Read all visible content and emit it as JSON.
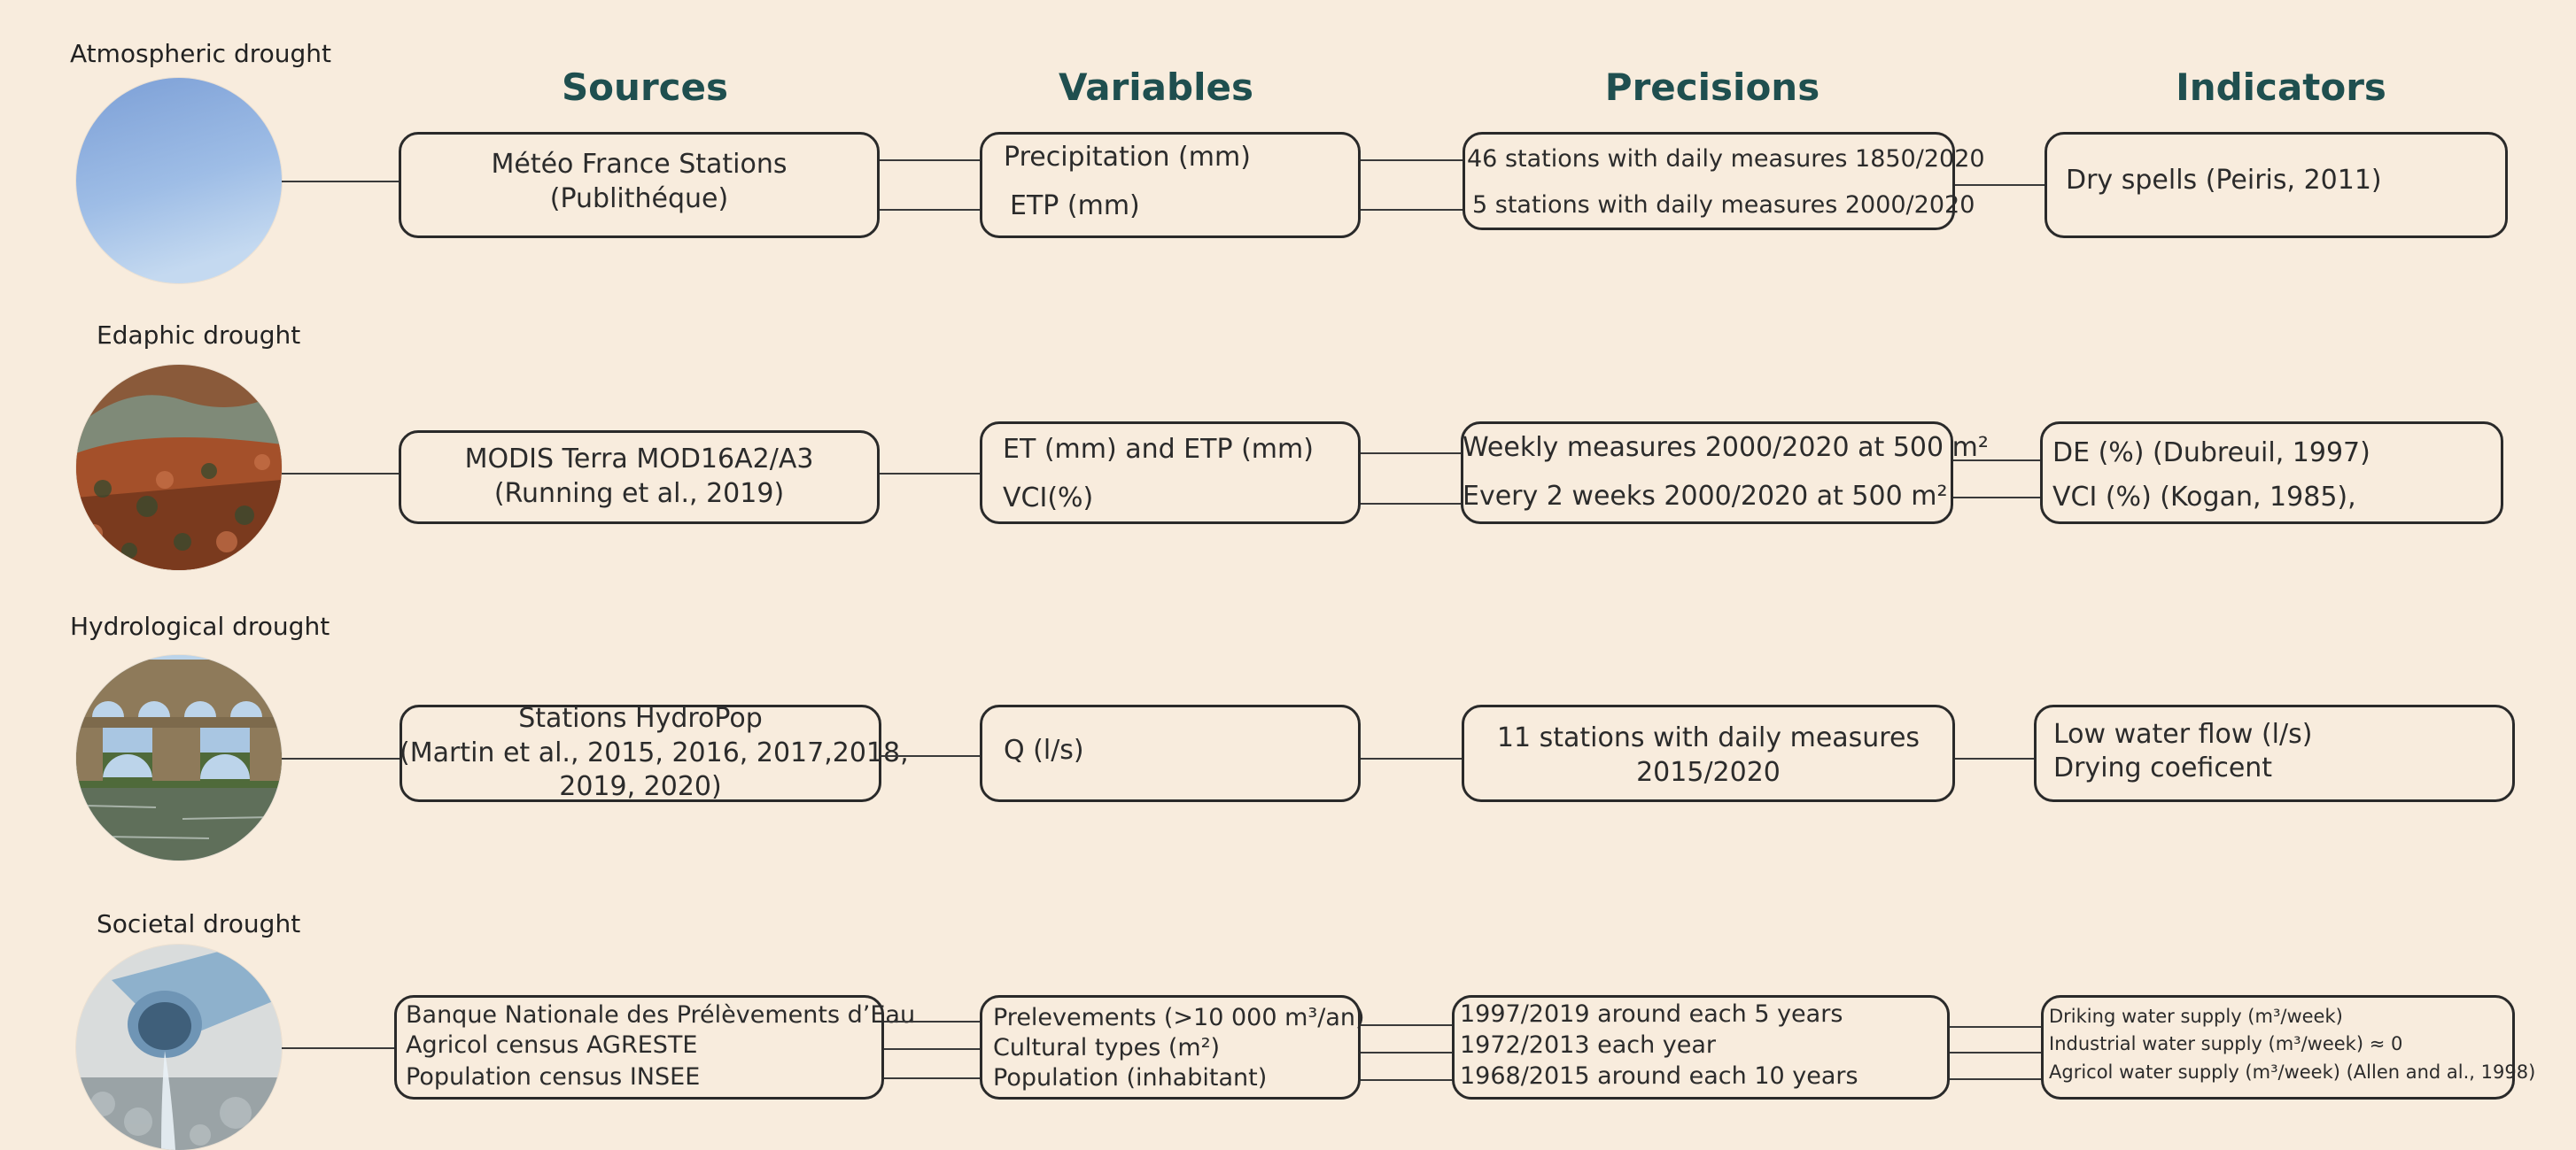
{
  "headers": {
    "sources": "Sources",
    "variables": "Variables",
    "precisions": "Precisions",
    "indicators": "Indicators"
  },
  "rows": {
    "atmospheric": {
      "label": "Atmospheric drought",
      "source_line1": "Météo France Stations",
      "source_line2": "(Publithéque)",
      "variable1": "Precipitation (mm)",
      "variable2": "ETP (mm)",
      "precision1": "46 stations with daily measures 1850/2020",
      "precision2": "5 stations with daily measures 2000/2020",
      "indicator1": "Dry spells  (Peiris, 2011)"
    },
    "edaphic": {
      "label": "Edaphic drought",
      "source_line1": "MODIS Terra MOD16A2/A3",
      "source_line2": "(Running et al., 2019)",
      "variable1": "ET (mm) and ETP (mm)",
      "variable2": "VCI(%)",
      "precision1": "Weekly measures 2000/2020 at 500 m²",
      "precision2": "Every 2 weeks  2000/2020 at 500 m²",
      "indicator1": "DE (%) (Dubreuil, 1997)",
      "indicator2": "VCI (%) (Kogan, 1985),"
    },
    "hydrological": {
      "label": "Hydrological drought",
      "source_line1": "Stations HydroPop",
      "source_line2": "(Martin et al., 2015, 2016, 2017,2018,",
      "source_line3": "2019, 2020)",
      "variable1": "Q (l/s)",
      "precision1": "11 stations with daily measures",
      "precision2": "2015/2020",
      "indicator1": "Low water flow (l/s)",
      "indicator2": "Drying coeficent"
    },
    "societal": {
      "label": "Societal drought",
      "source1": "Banque Nationale des Prélèvements d’Eau",
      "source2": "Agricol census AGRESTE",
      "source3": "Population census INSEE",
      "variable1": "Prelevements (>10 000 m³/an)",
      "variable2": "Cultural types (m²)",
      "variable3": "Population (inhabitant)",
      "precision1": "1997/2019 around each 5 years",
      "precision2": "1972/2013 each year",
      "precision3": "1968/2015 around each 10 years",
      "indicator1": "Driking water supply (m³/week)",
      "indicator2": "Industrial water supply (m³/week) ≈ 0",
      "indicator3": "Agricol water supply (m³/week) (Allen and al., 1998)"
    }
  }
}
